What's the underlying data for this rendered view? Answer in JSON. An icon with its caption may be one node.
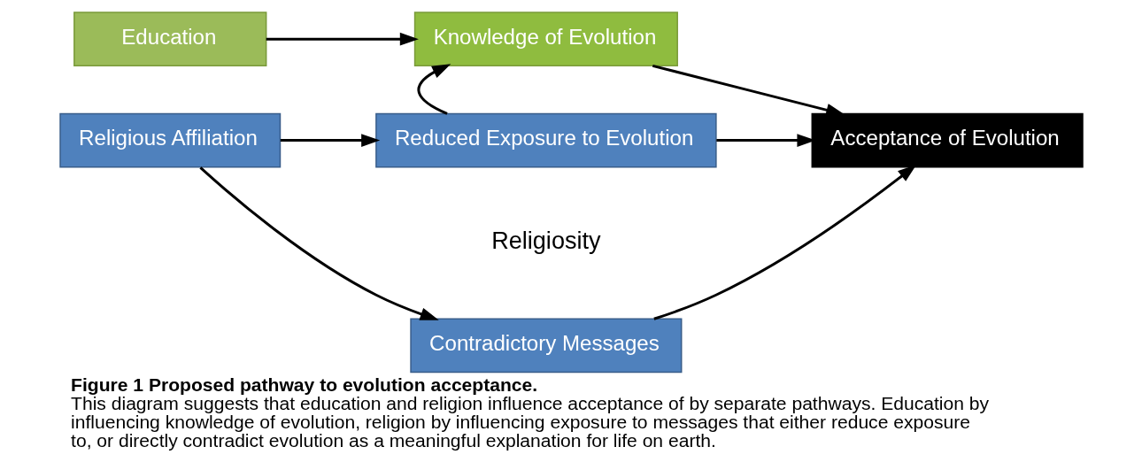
{
  "diagram": {
    "caption": "**Figure 1 Proposed pathway to evolution acceptance.** This diagram suggests that education and religion influence acceptance of by separate pathways. Education by influencing knowledge of evolution, religion by influencing exposure to messages that either reduce exposure to, or directly contradict evolution as a meaningful explanation for life on earth.",
    "nodes": [
      {
        "text": [
          "Education"
        ]
      },
      {
        "text": [
          "Knowledge of Evolution"
        ]
      },
      {
        "text": [
          "Acceptance of Evolution"
        ]
      },
      {
        "text": [
          "Religious Affiliation"
        ]
      },
      {
        "text": [
          "Reduced Exposure to Evolution"
        ]
      },
      {
        "text": [
          "Contradictory Messages"
        ]
      }
    ],
    "edges": [
      {
        "from": 0,
        "to": 1,
        "arrow": "to"
      },
      {
        "from": 1,
        "to": 2,
        "arrow": "to"
      },
      {
        "from": 4,
        "to": 1,
        "arrow": "to"
      },
      {
        "from": 3,
        "to": 4,
        "arrow": "to"
      },
      {
        "from": 3,
        "to": 5,
        "arrow": "to"
      },
      {
        "from": 4,
        "to": 2,
        "arrow": "to"
      },
      {
        "from": 5,
        "to": 2,
        "arrow": "to"
      }
    ],
    "labels": [
      "Religiosity"
    ]
  }
}
